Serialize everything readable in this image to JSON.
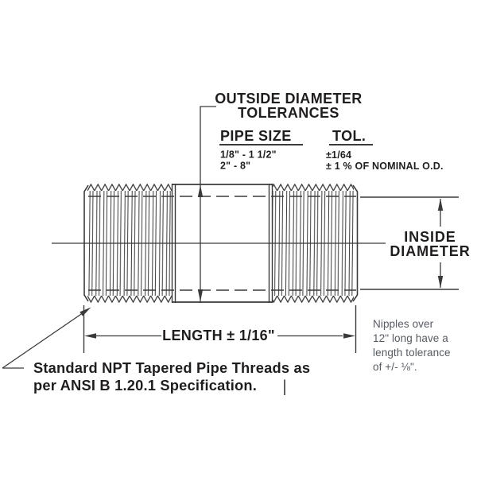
{
  "tolerances": {
    "title1": "OUTSIDE DIAMETER",
    "title2": "TOLERANCES",
    "pipe_size_header": "PIPE SIZE",
    "tol_header": "TOL.",
    "rows": [
      {
        "size": "1/8\" - 1 1/2\"",
        "tol": "±1/64"
      },
      {
        "size": "2\" - 8\"",
        "tol": "± 1 % OF NOMINAL O.D."
      }
    ]
  },
  "dimensions": {
    "inside_diameter_line1": "INSIDE",
    "inside_diameter_line2": "DIAMETER",
    "length": "LENGTH ± 1/16\""
  },
  "notes": {
    "thread_spec_line1": "Standard NPT Tapered Pipe Threads as",
    "thread_spec_line2": "per ANSI B 1.20.1 Specification.",
    "nipple_line1": "Nipples over",
    "nipple_line2": "12\" long have a",
    "nipple_line3": "length tolerance",
    "nipple_line4": "of +/- ⅛\"."
  },
  "colors": {
    "line": "#3a3a3a",
    "text": "#201d1e",
    "note_text": "#565a61",
    "background": "#ffffff"
  }
}
